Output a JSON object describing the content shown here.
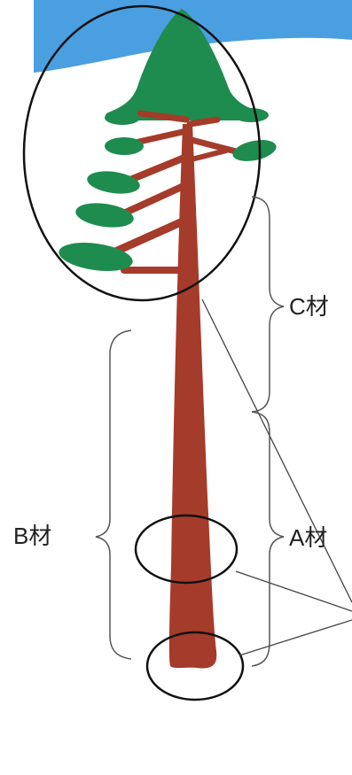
{
  "labels": {
    "c_material": "C材",
    "b_material": "B材",
    "a_material": "A材"
  },
  "colors": {
    "sky": "#4a9fe0",
    "foliage": "#1e8c4e",
    "trunk": "#a53b2a",
    "outline": "#111111",
    "bracket": "#555555"
  }
}
